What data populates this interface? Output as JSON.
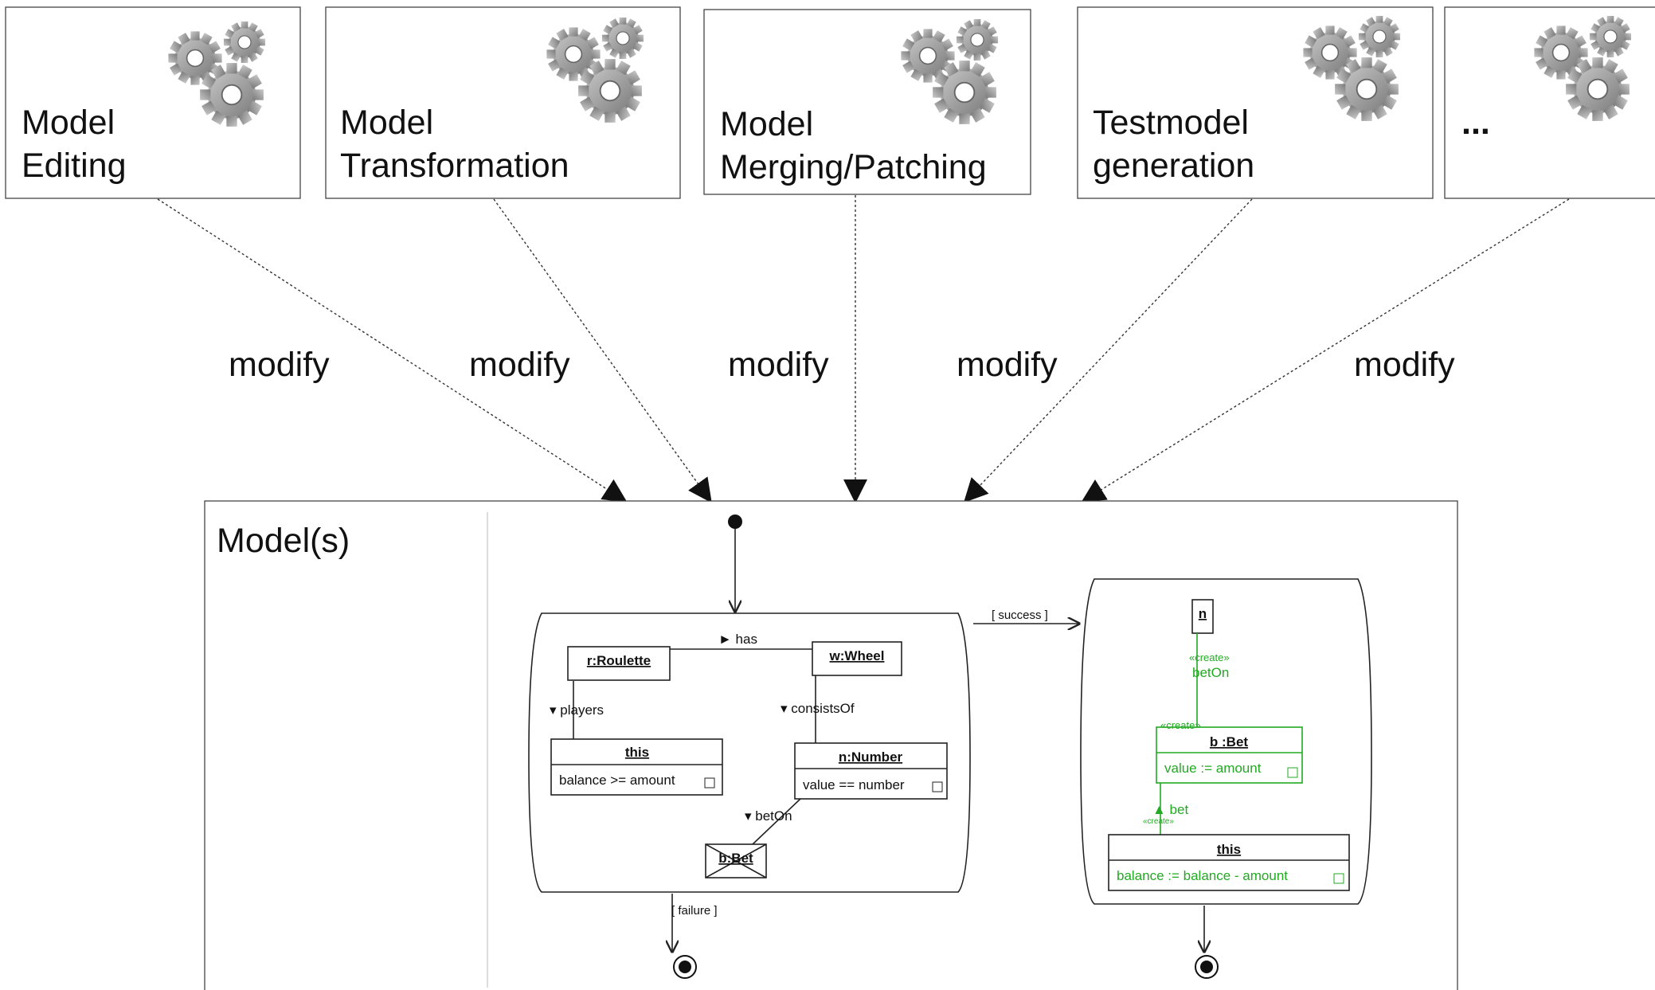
{
  "tools": [
    {
      "label_lines": [
        "Model",
        "Editing"
      ]
    },
    {
      "label_lines": [
        "Model",
        "Transformation"
      ]
    },
    {
      "label_lines": [
        "Model",
        "Merging/Patching"
      ]
    },
    {
      "label_lines": [
        "Testmodel",
        "generation"
      ]
    },
    {
      "label_lines": [
        "..."
      ]
    }
  ],
  "relation_label": "modify",
  "icon": "gears-icon",
  "model_box": {
    "title": "Model(s)",
    "story": {
      "left_state": {
        "objects": {
          "roulette": "r:Roulette",
          "wheel": "w:Wheel",
          "this_title": "this",
          "this_constraint": "balance >= amount",
          "number_title": "n:Number",
          "number_constraint": "value == number",
          "bet_negated": "b:Bet"
        },
        "links": {
          "has": "► has",
          "players": "▾ players",
          "consists_of": "▾ consistsOf",
          "bet_on": "▾ betOn"
        }
      },
      "right_state": {
        "objects": {
          "n": "n",
          "bet_title": "b :Bet",
          "bet_attr": "value := amount",
          "this_title": "this",
          "this_attr": "balance := balance - amount"
        },
        "create_stereo_1": "«create»",
        "bet_on_link": "betOn",
        "create_stereo_2": "«create»",
        "bet_link": "▲ bet",
        "create_stereo_3": "«create»"
      },
      "transitions": {
        "success": "[ success ]",
        "failure": "[ failure ]"
      }
    }
  },
  "colors": {
    "line": "#1a1a1a",
    "dotted": "#333333",
    "text": "#111111",
    "created": "#22aa22",
    "gear_light": "#b0b0b0",
    "gear_dark": "#6e6e6e"
  }
}
